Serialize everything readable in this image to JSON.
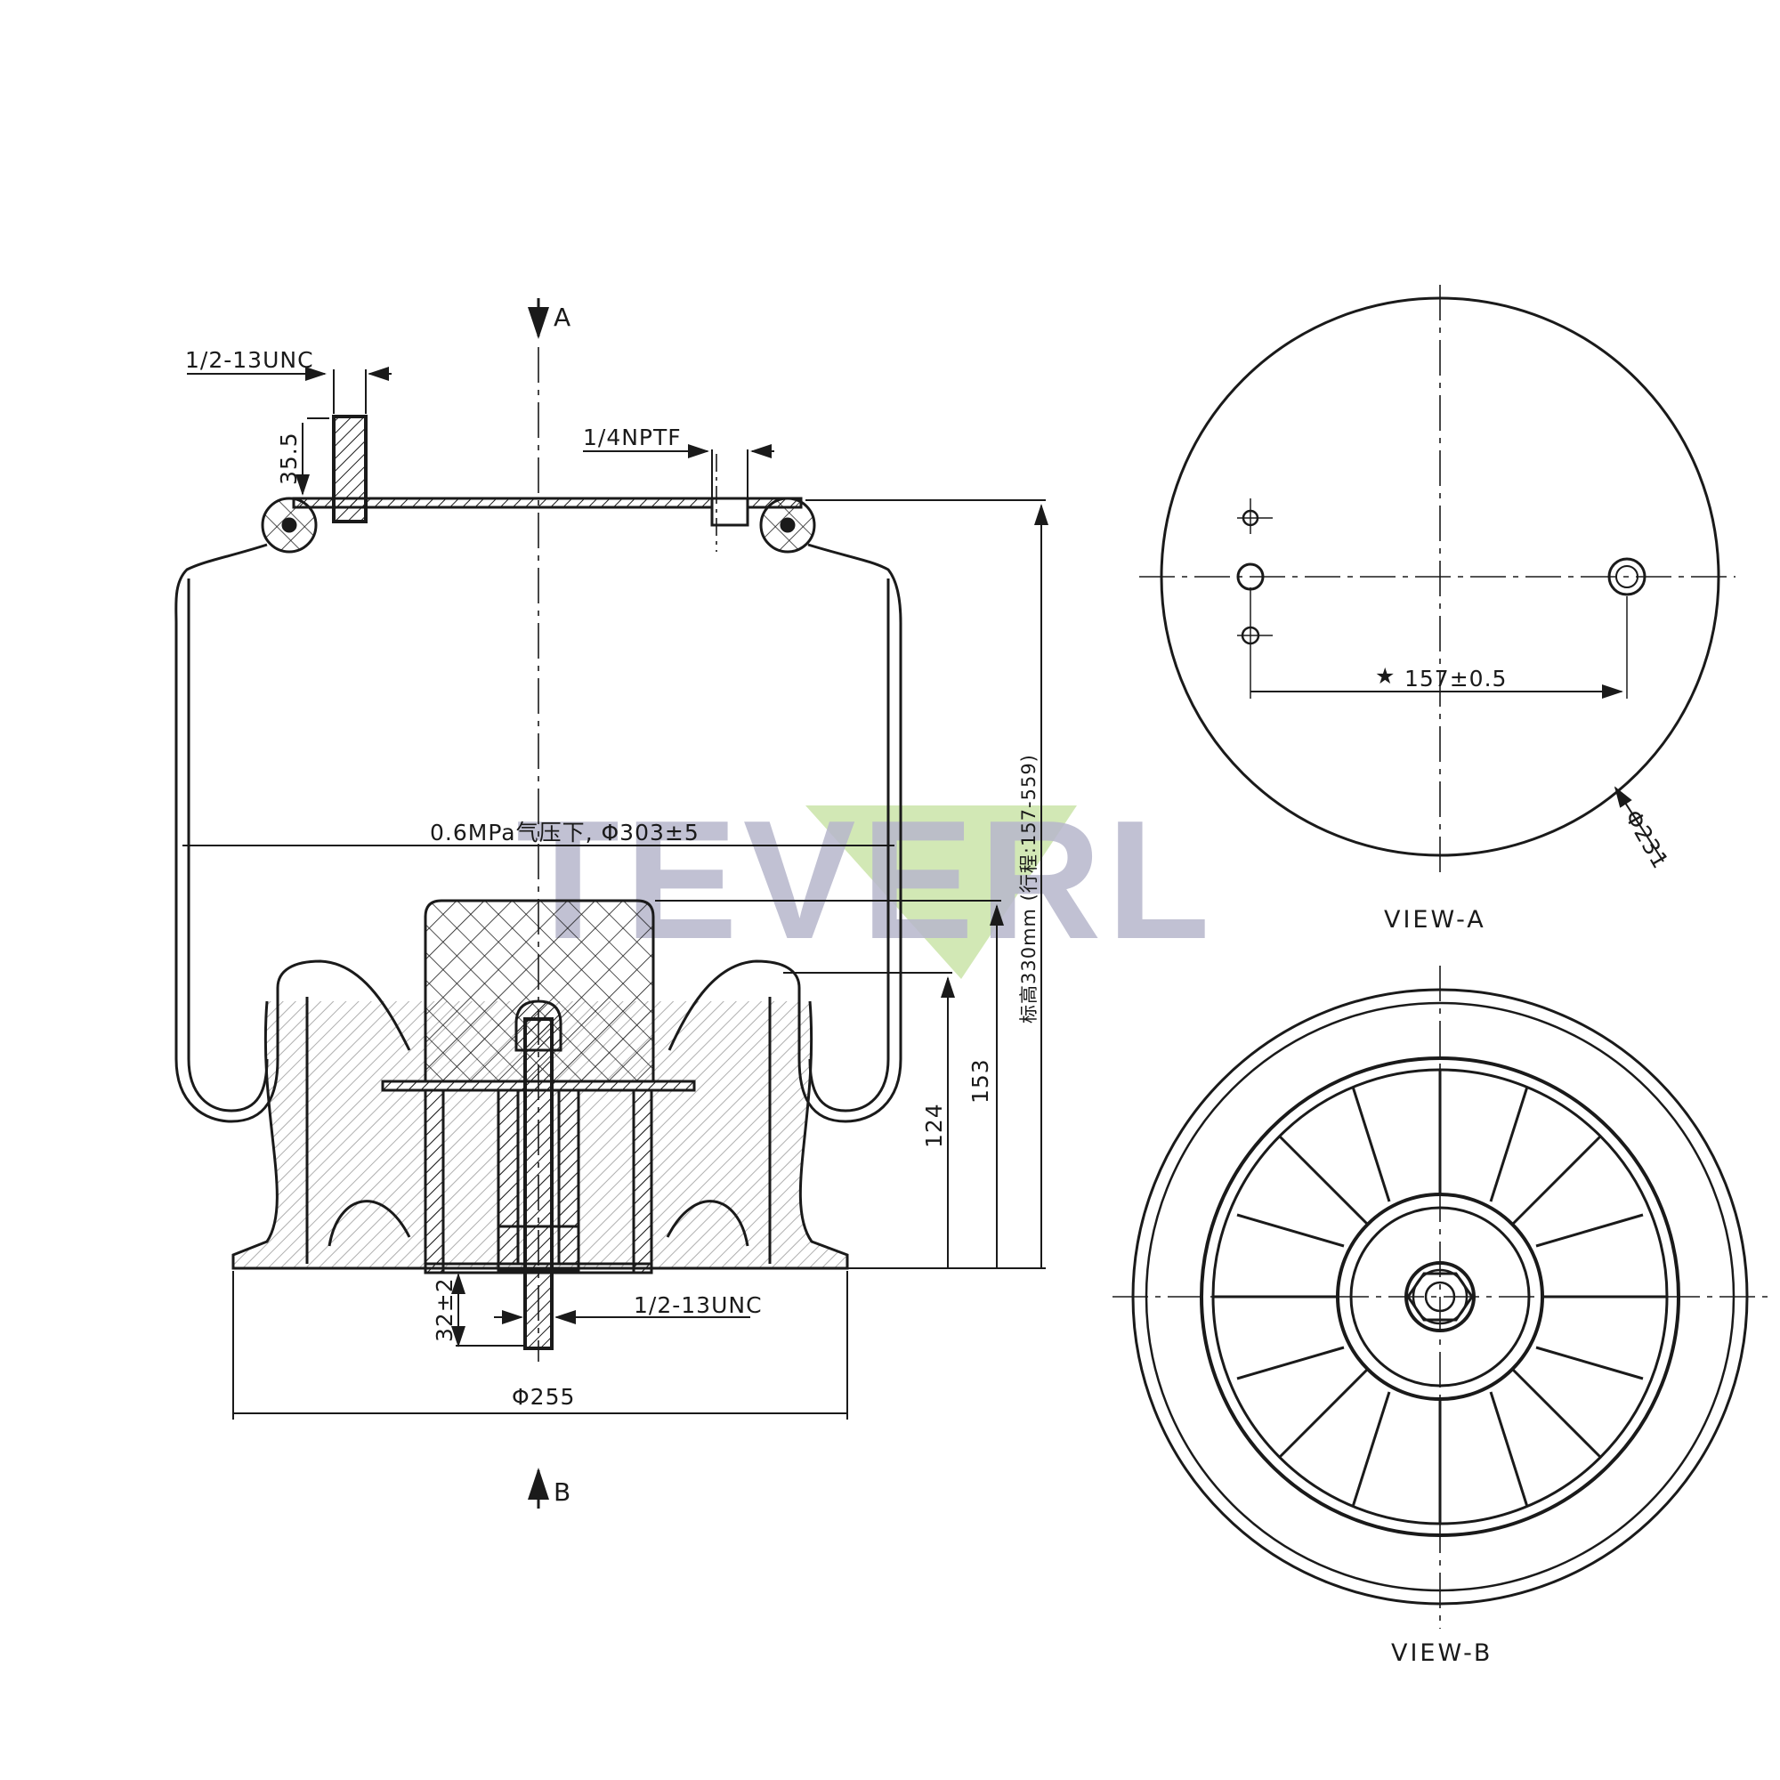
{
  "drawing": {
    "title": "Air spring assembly drawing",
    "section_markers": {
      "top": "A",
      "bottom": "B"
    },
    "dimensions": {
      "top_stud_thread": "1/2-13UNC",
      "top_stud_height": "35.5",
      "air_fitting_thread": "1/4NPTF",
      "inflated_diameter": "0.6MPa气压下, Φ303±5",
      "design_height": "标高330mm (行程:157-559)",
      "bumper_height": "153",
      "piston_height": "124",
      "bottom_stud_length": "32±2",
      "bottom_stud_thread": "1/2-13UNC",
      "piston_base_diameter": "Φ255",
      "stud_spacing": "157±0.5",
      "plate_diameter": "Φ231"
    },
    "views": {
      "view_a_label": "VIEW-A",
      "view_b_label": "VIEW-B"
    },
    "watermark": {
      "text": "TEVERL",
      "gray_color": "#b7b7cc",
      "green_color": "#cde5ad"
    },
    "line_color": "#1a1a1a"
  }
}
